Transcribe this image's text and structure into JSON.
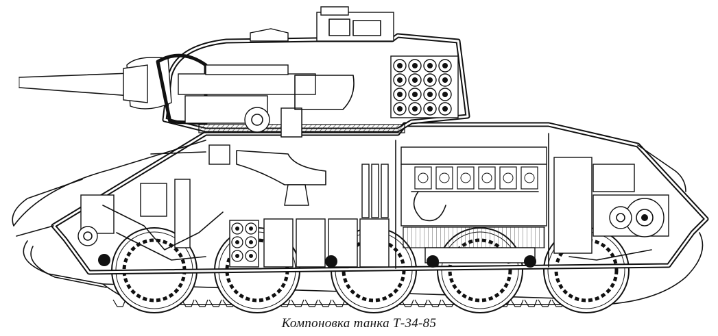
{
  "figure": {
    "caption": "Компоновка танка Т-34-85"
  },
  "components": {
    "turret": "turret",
    "gun": "gun",
    "hull": "hull",
    "engine": "engine",
    "transmission": "transmission",
    "ammo_rack": "ammunition",
    "track": "track",
    "road_wheels": "road-wheels"
  }
}
